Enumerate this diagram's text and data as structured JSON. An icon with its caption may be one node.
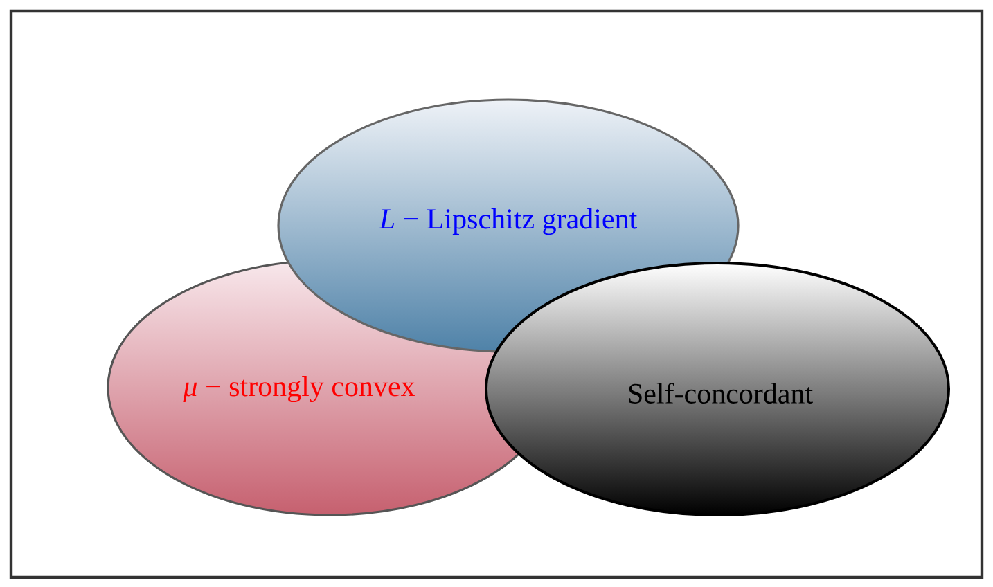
{
  "diagram": {
    "nodes": [
      {
        "text": [
          "*L* − Lipschitz gradient"
        ]
      },
      {
        "text": [
          "*μ* − strongly convex"
        ]
      },
      {
        "text": [
          "Self-concordant"
        ]
      }
    ]
  }
}
